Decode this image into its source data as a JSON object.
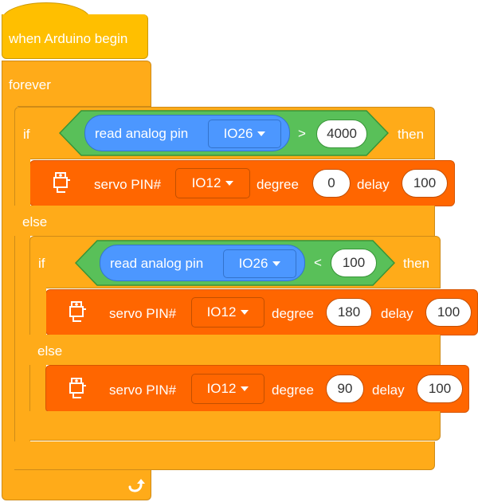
{
  "hat": {
    "label": "when Arduino begin"
  },
  "forever": {
    "label": "forever"
  },
  "outer_if": {
    "if_label": "if",
    "then_label": "then",
    "else_label": "else",
    "condition": {
      "reporter_label": "read analog pin",
      "pin": "IO26",
      "operator": ">",
      "value": "4000"
    },
    "then_servo": {
      "label": "servo PIN#",
      "pin": "IO12",
      "degree_label": "degree",
      "degree": "0",
      "delay_label": "delay",
      "delay": "100"
    }
  },
  "inner_if": {
    "if_label": "if",
    "then_label": "then",
    "else_label": "else",
    "condition": {
      "reporter_label": "read analog pin",
      "pin": "IO26",
      "operator": "<",
      "value": "100"
    },
    "then_servo": {
      "label": "servo PIN#",
      "pin": "IO12",
      "degree_label": "degree",
      "degree": "180",
      "delay_label": "delay",
      "delay": "100"
    },
    "else_servo": {
      "label": "servo PIN#",
      "pin": "IO12",
      "degree_label": "degree",
      "degree": "90",
      "delay_label": "delay",
      "delay": "100"
    }
  },
  "colors": {
    "control": "#FFAB19",
    "event": "#FFBF00",
    "servo": "#FF6600",
    "operator": "#59C059",
    "sensing": "#4C97FF"
  },
  "icons": {
    "loop_end": "loop-arrow-icon",
    "servo": "servo-motor-icon"
  }
}
